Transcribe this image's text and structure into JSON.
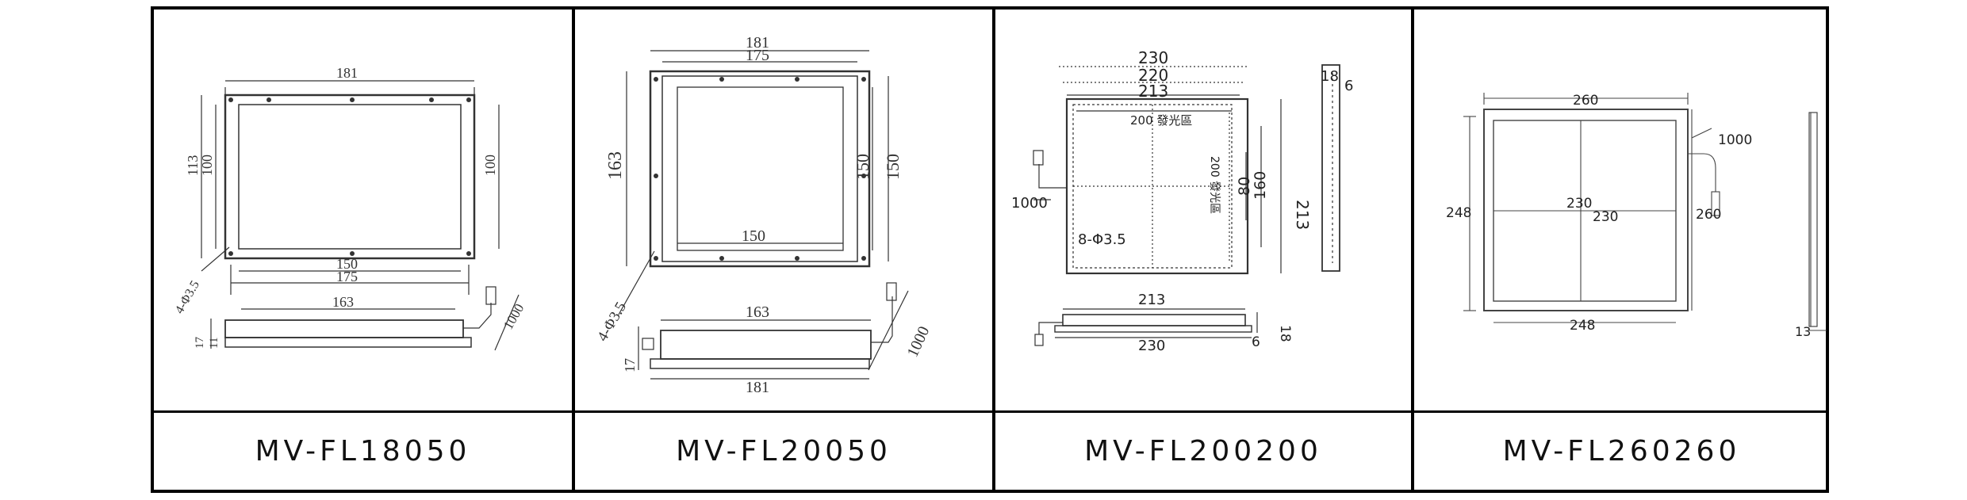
{
  "products": [
    {
      "model": "MV-FL18050",
      "dims": {
        "front_width_outer": "181",
        "height_outer": "113",
        "height_inner": "100",
        "height_right": "100",
        "width_bottom_inner": "150",
        "width_bottom_outer": "175",
        "holes": "4-Φ3.5",
        "side_width": "163",
        "side_thickness_a": "17",
        "side_thickness_b": "11",
        "cable": "1000"
      }
    },
    {
      "model": "MV-FL20050",
      "dims": {
        "width_outer": "181",
        "width_inner": "175",
        "height_left": "163",
        "height_inner": "150",
        "height_right": "150",
        "width_bottom_inner": "150",
        "holes": "4-Φ3.5",
        "side_width": "163",
        "side_thickness": "17",
        "side_width_bottom": "181",
        "cable": "1000"
      }
    },
    {
      "model": "MV-FL200200",
      "dims": {
        "width_a": "230",
        "width_b": "220",
        "width_c": "213",
        "emit_area_h": "200 發光區",
        "emit_area_v": "200 發光區",
        "height_a": "80",
        "height_b": "160",
        "height_c": "213",
        "cable": "1000",
        "holes": "8-Φ3.5",
        "thick_a": "18",
        "thick_b": "6",
        "side_top": "213",
        "side_bottom": "230",
        "side_thick_a": "18",
        "side_thick_b": "6"
      }
    },
    {
      "model": "MV-FL260260",
      "dims": {
        "width_top": "260",
        "height_left": "248",
        "inner_w": "230",
        "inner_h": "230",
        "height_right": "260",
        "width_bottom": "248",
        "cable": "1000",
        "side_thick": "13"
      }
    }
  ]
}
